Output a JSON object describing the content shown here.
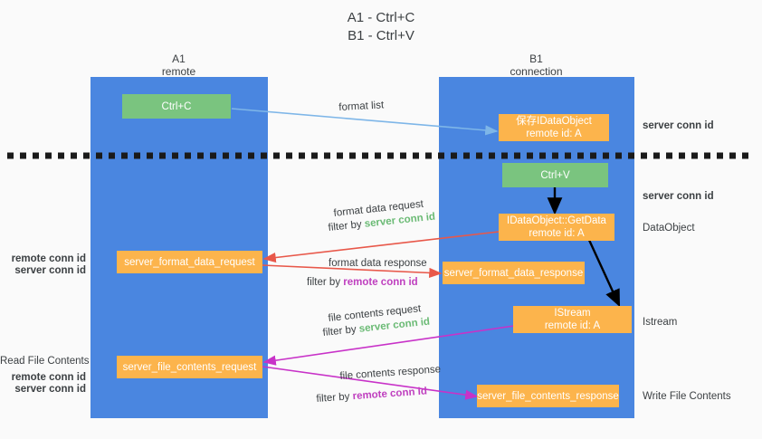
{
  "title": {
    "line1": "A1 - Ctrl+C",
    "line2": "B1 - Ctrl+V"
  },
  "lanes": [
    {
      "name": "A1",
      "sub": "remote"
    },
    {
      "name": "B1",
      "sub": "connection"
    }
  ],
  "colors": {
    "lane": "#4a86e0",
    "green_box": "#7ac47f",
    "orange_box": "#fcb44c",
    "green_text": "#6aba74",
    "purple_text": "#bf3fbf",
    "arrow_blue": "#7eb6e8",
    "arrow_red": "#e8584a",
    "arrow_magenta": "#c832c8",
    "arrow_black": "#000000",
    "background": "#fafafa"
  },
  "boxes": {
    "ctrl_c": "Ctrl+C",
    "save_dataobject_l1": "保存IDataObject",
    "save_dataobject_l2": "remote id: A",
    "ctrl_v": "Ctrl+V",
    "getdata_l1": "IDataObject::GetData",
    "getdata_l2": "remote id: A",
    "istream_l1": "IStream",
    "istream_l2": "remote id: A",
    "server_format_data_request": "server_format_data_request",
    "server_format_data_response": "server_format_data_response",
    "server_file_contents_request": "server_file_contents_request",
    "server_file_contents_response": "server_file_contents_response"
  },
  "edge_labels": {
    "format_list": "format list",
    "format_data_request": "format data request",
    "format_data_request_filter_prefix": "filter by ",
    "format_data_request_filter_key": "server conn id",
    "format_data_response": "format data response",
    "format_data_response_filter_prefix": "filter by ",
    "format_data_response_filter_key": "remote conn id",
    "file_contents_request": "file contents request",
    "file_contents_request_filter_prefix": "filter by ",
    "file_contents_request_filter_key": "server conn id",
    "file_contents_response": "file contents response",
    "file_contents_response_filter_prefix": "filter by ",
    "file_contents_response_filter_key": "remote conn id"
  },
  "right_annotations": {
    "server_conn_id_top": "server conn id",
    "server_conn_id_mid": "server conn id",
    "dataobject": "DataObject",
    "istream": "Istream",
    "write_file_contents": "Write File Contents"
  },
  "left_annotations": {
    "remote_conn_id_1": "remote conn id",
    "server_conn_id_1": "server conn id",
    "read_file_contents": "Read File Contents",
    "remote_conn_id_2": "remote conn id",
    "server_conn_id_2": "server conn id"
  }
}
